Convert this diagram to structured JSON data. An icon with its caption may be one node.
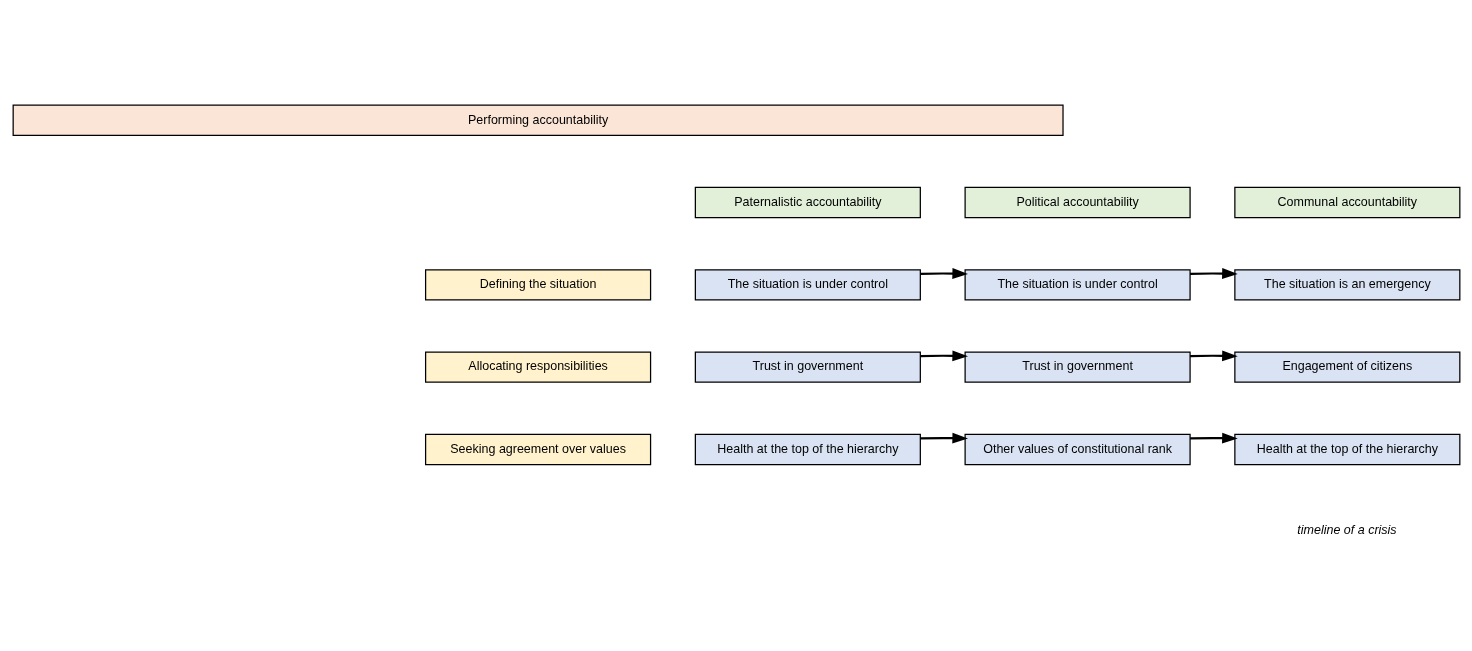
{
  "diagram": {
    "nodes": [
      {
        "text": [
          "Performing accountability"
        ]
      },
      {
        "text": [
          "Paternalistic accountability"
        ]
      },
      {
        "text": [
          "Political accountability"
        ]
      },
      {
        "text": [
          "Communal accountability"
        ]
      },
      {
        "text": [
          "Defining the situation"
        ]
      },
      {
        "text": [
          "The situation is under control"
        ]
      },
      {
        "text": [
          "The situation is under control"
        ]
      },
      {
        "text": [
          "The situation is an emergency"
        ]
      },
      {
        "text": [
          "Allocating responsibilities"
        ]
      },
      {
        "text": [
          "Trust in government"
        ]
      },
      {
        "text": [
          "Trust in government"
        ]
      },
      {
        "text": [
          "Engagement of citizens"
        ]
      },
      {
        "text": [
          "Seeking agreement over values"
        ]
      },
      {
        "text": [
          "Health at the top of the hierarchy"
        ]
      },
      {
        "text": [
          "Other values of constitutional rank"
        ]
      },
      {
        "text": [
          "Health at the top of the hierarchy"
        ]
      }
    ],
    "edges": [
      {
        "from": 5,
        "to": 6,
        "arrow": "to"
      },
      {
        "from": 6,
        "to": 7,
        "arrow": "to"
      },
      {
        "from": 9,
        "to": 10,
        "arrow": "to"
      },
      {
        "from": 10,
        "to": 11,
        "arrow": "to"
      },
      {
        "from": 13,
        "to": 14,
        "arrow": "to"
      },
      {
        "from": 14,
        "to": 15,
        "arrow": "to"
      }
    ],
    "labels": [
      "timeline of a crisis"
    ]
  }
}
